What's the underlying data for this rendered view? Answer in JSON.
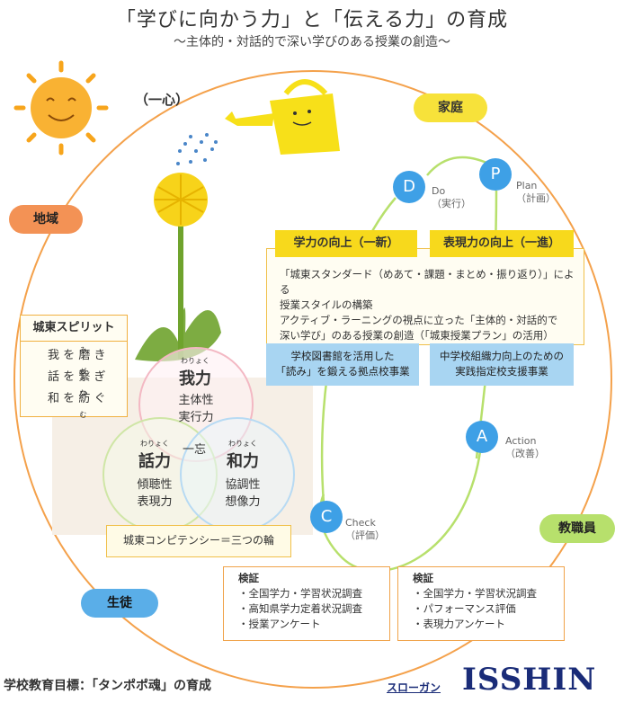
{
  "header": {
    "title": "「学びに向かう力」と「伝える力」の育成",
    "subtitle": "〜主体的・対話的で深い学びのある授業の創造〜"
  },
  "motto": "（一心）",
  "pills": {
    "family": "家庭",
    "community": "地域",
    "student": "生徒",
    "staff": "教職員"
  },
  "cycle": {
    "P": {
      "letter": "P",
      "label": "Plan",
      "sub": "（計画）"
    },
    "D": {
      "letter": "D",
      "label": "Do",
      "sub": "（実行）"
    },
    "C": {
      "letter": "C",
      "label": "Check",
      "sub": "（評価）"
    },
    "A": {
      "letter": "A",
      "label": "Action",
      "sub": "（改善）"
    }
  },
  "improve": {
    "left": "学力の向上（一新）",
    "right": "表現力の向上（一進）",
    "lines": [
      "「城東スタンダード（めあて・課題・まとめ・振り返り）」による",
      "授業スタイルの構築",
      "アクティブ・ラーニングの視点に立った「主体的・対話的で",
      "深い学び」のある授業の創造（「城東授業プラン」の活用）"
    ]
  },
  "projects": {
    "left": [
      "学校図書館を活用した",
      "「読み」を鍛える拠点校事業"
    ],
    "right": [
      "中学校組織力向上のための",
      "実践指定校支援事業"
    ]
  },
  "spirit": {
    "title": "城東スピリット",
    "lines": [
      {
        "a": "我",
        "b": "を",
        "c": "磨",
        "d": "き",
        "ruby": "みが"
      },
      {
        "a": "話",
        "b": "を",
        "c": "繋",
        "d": "ぎ",
        "ruby": "つな"
      },
      {
        "a": "和",
        "b": "を",
        "c": "紡",
        "d": "ぐ",
        "ruby": "つむ"
      }
    ]
  },
  "rings": {
    "top": {
      "ruby": "わりょく",
      "name": "我力",
      "l1": "主体性",
      "l2": "実行力"
    },
    "left": {
      "ruby": "わりょく",
      "name": "話力",
      "l1": "傾聴性",
      "l2": "表現力"
    },
    "right": {
      "ruby": "わりょく",
      "name": "和力",
      "l1": "協調性",
      "l2": "想像力"
    },
    "center": "一忘"
  },
  "competency": "城東コンピテンシー＝三つの輪",
  "verify": {
    "left": {
      "title": "検証",
      "items": [
        "・全国学力・学習状況調査",
        "・高知県学力定着状況調査",
        "・授業アンケート"
      ]
    },
    "right": {
      "title": "検証",
      "items": [
        "・全国学力・学習状況調査",
        "・パフォーマンス評価",
        "・表現力アンケート"
      ]
    }
  },
  "footer": {
    "goal": "学校教育目標：「タンポポ魂」の育成",
    "slogan_label": "スローガン",
    "slogan": "ISSHIN"
  },
  "colors": {
    "ring": "#f4a14b",
    "yellow": "#f7d91c",
    "blue": "#3ea0e6",
    "green": "#b7e06c"
  }
}
